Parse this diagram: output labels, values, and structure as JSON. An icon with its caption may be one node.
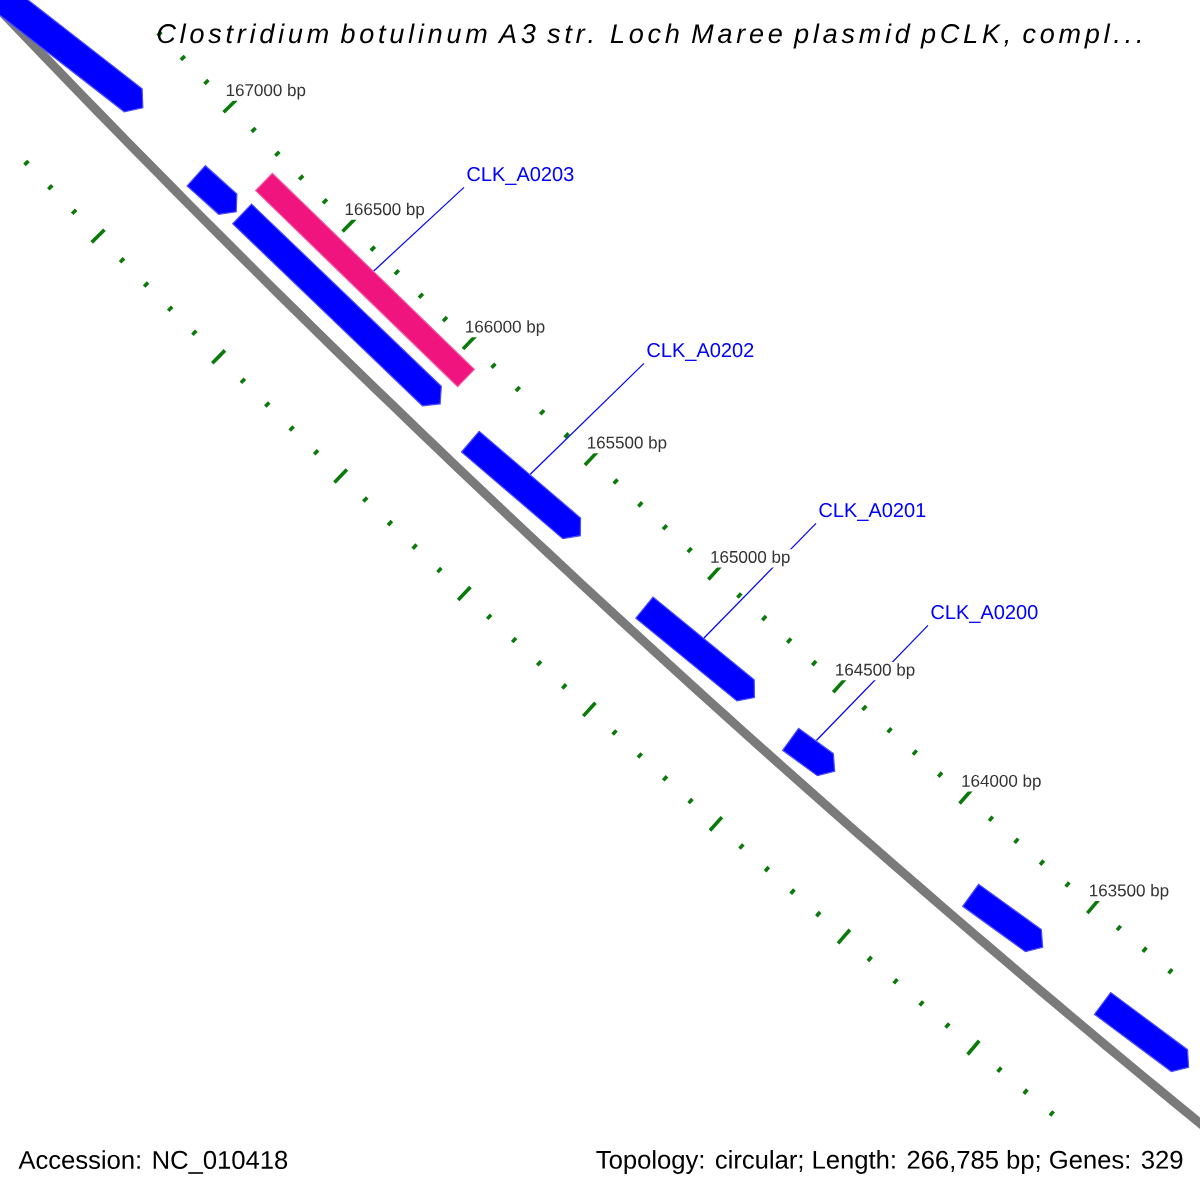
{
  "diagram": {
    "title": "Clostridium botulinum A3 str. Loch Maree plasmid pCLK, compl...",
    "nodes": [
      {
        "text": [],
        "shape": "arrow"
      },
      {
        "text": [],
        "shape": "arrow"
      },
      {
        "text": [],
        "shape": "bar"
      },
      {
        "text": [],
        "shape": "arrow"
      },
      {
        "text": [],
        "shape": "arrow"
      },
      {
        "text": [],
        "shape": "arrow"
      },
      {
        "text": [],
        "shape": "arrow"
      },
      {
        "text": [],
        "shape": "arrow"
      },
      {
        "text": [],
        "shape": "arrow"
      },
      {
        "text": [
          "CLK_A0203"
        ]
      },
      {
        "text": [
          "CLK_A0202"
        ]
      },
      {
        "text": [
          "CLK_A0201"
        ]
      },
      {
        "text": [
          "CLK_A0200"
        ]
      }
    ],
    "edges": [
      {
        "from": 9,
        "to": 2,
        "arrow": "none"
      },
      {
        "from": 10,
        "to": 4,
        "arrow": "none"
      },
      {
        "from": 11,
        "to": 5,
        "arrow": "none"
      },
      {
        "from": 12,
        "to": 6,
        "arrow": "none"
      }
    ],
    "labels": [
      "167000 bp",
      "166500 bp",
      "166000 bp",
      "165500 bp",
      "165000 bp",
      "164500 bp",
      "164000 bp",
      "163500 bp",
      "Accession: NC_010418",
      "Topology: circular; Length: 266,785 bp; Genes: 329"
    ]
  }
}
